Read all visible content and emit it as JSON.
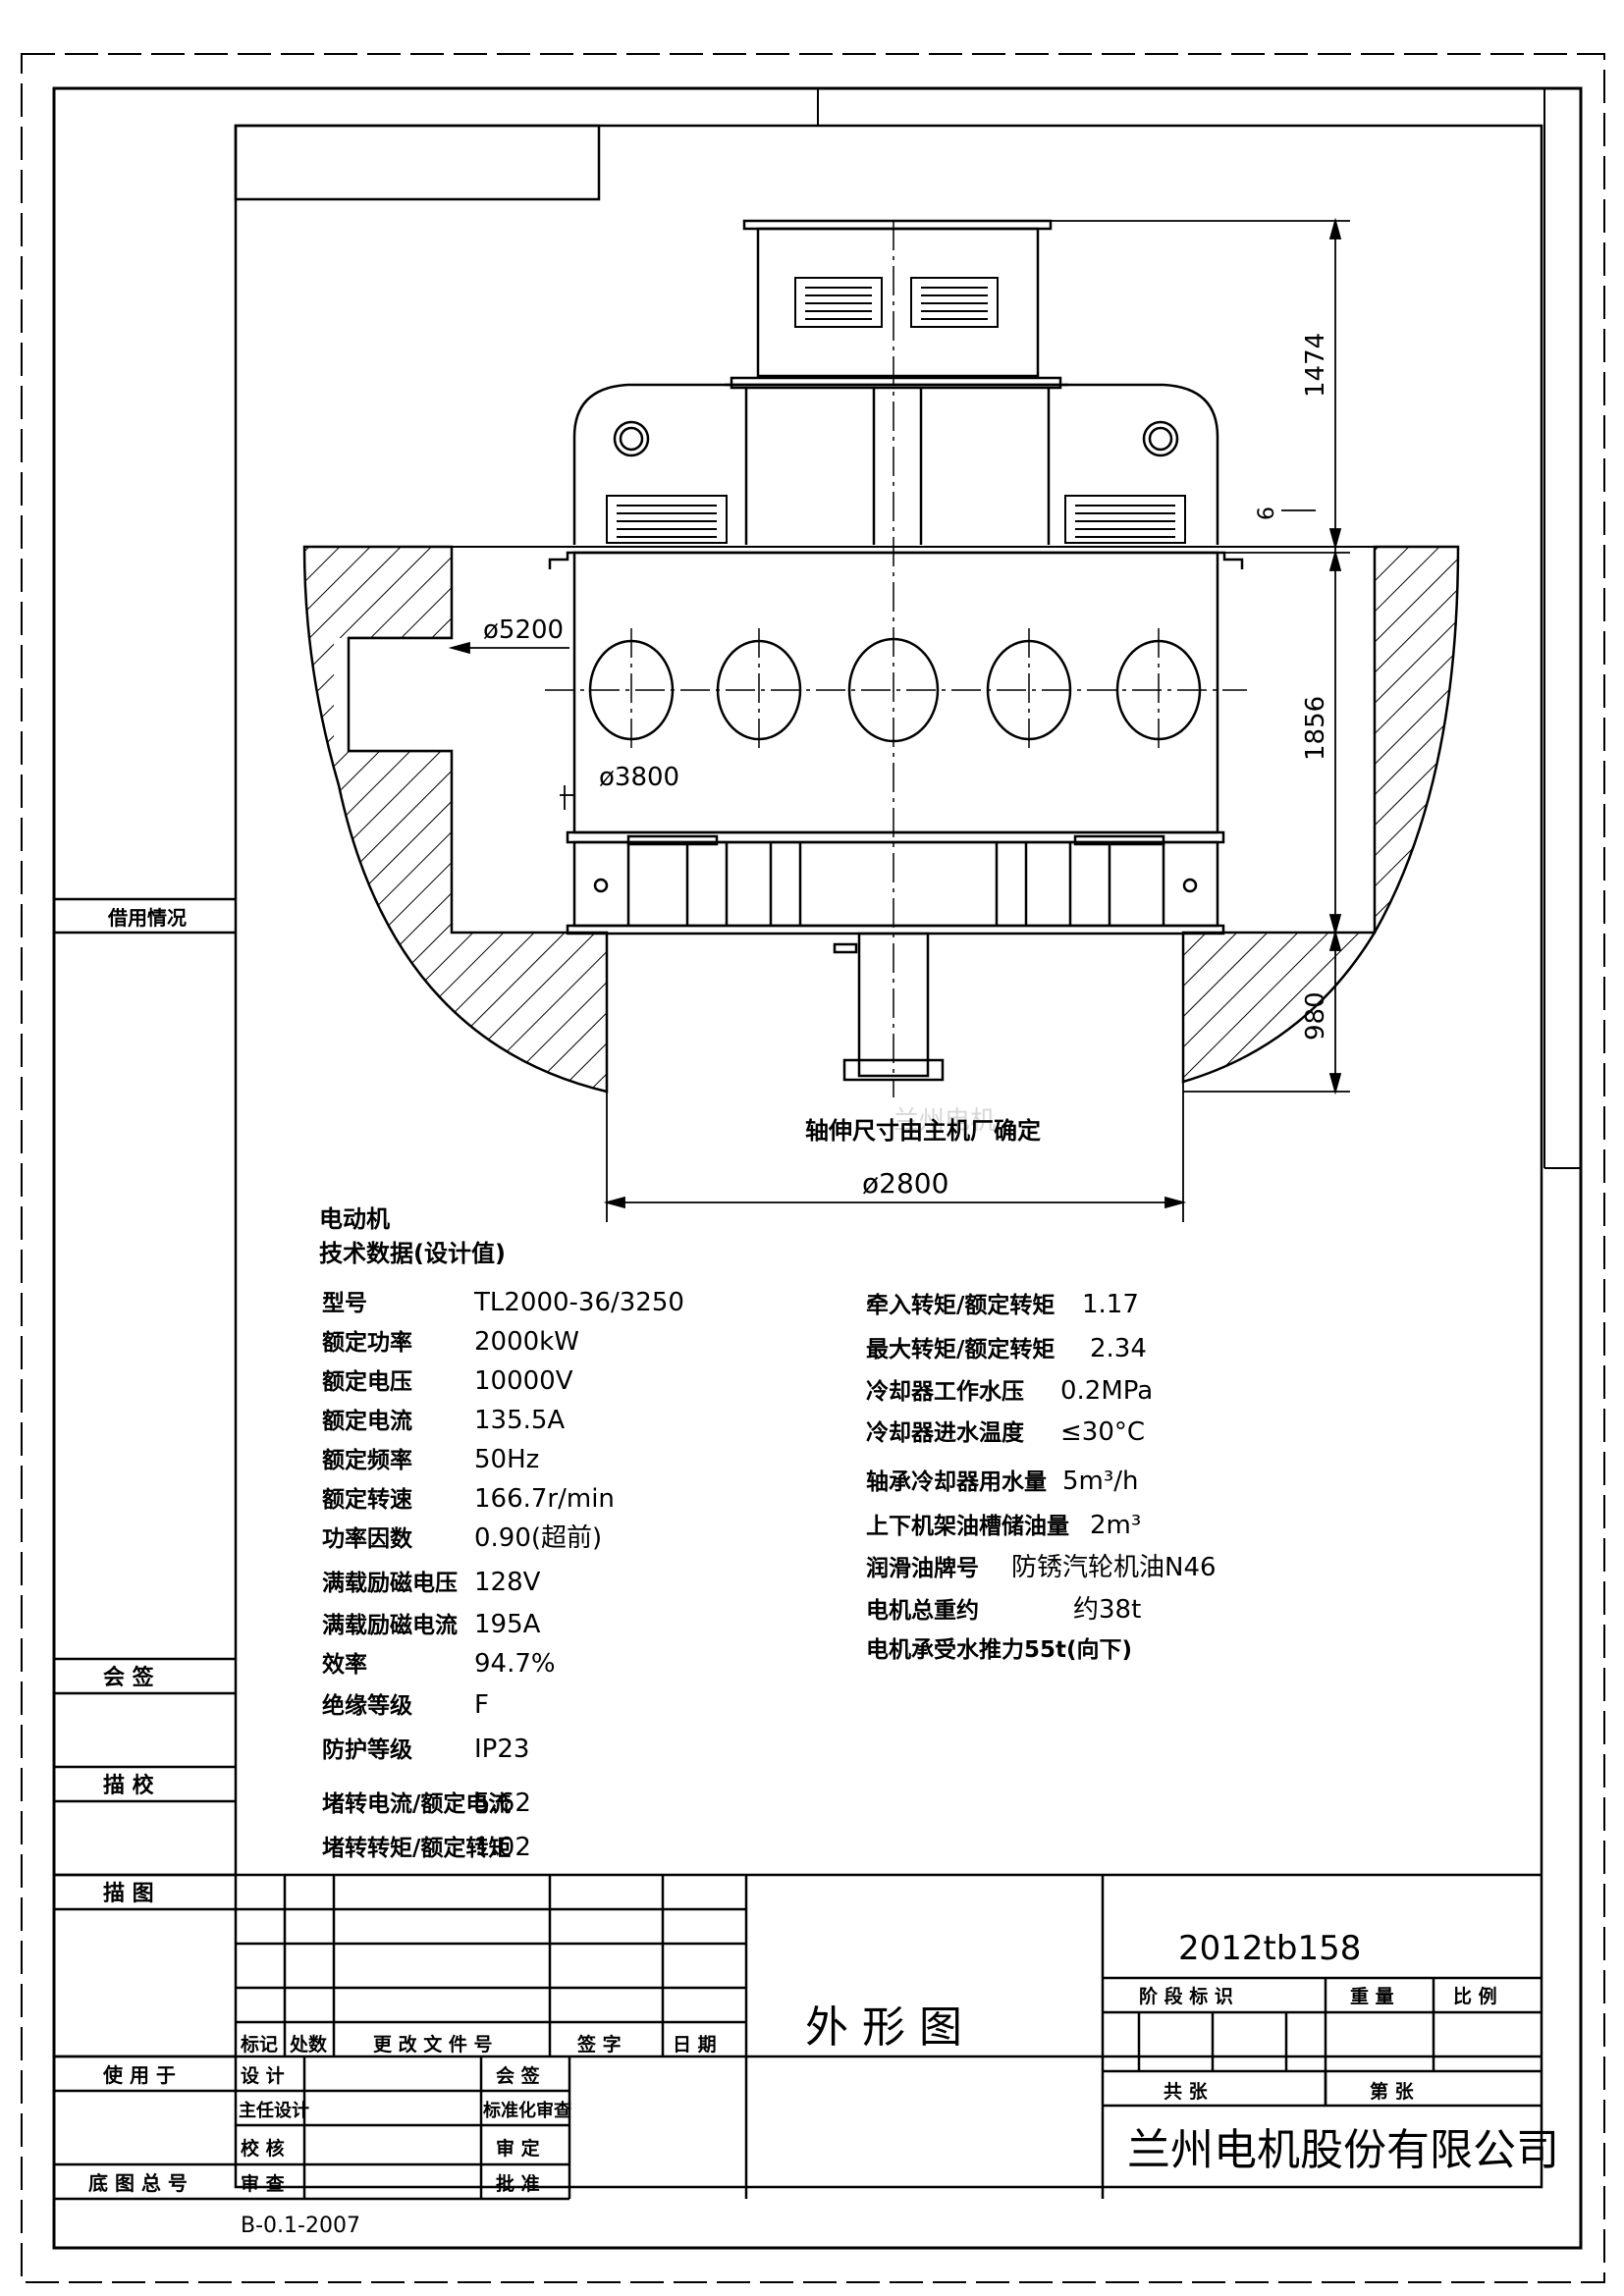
{
  "drawing": {
    "number": "2012tb158",
    "title": "外  形  图",
    "company": "兰州电机股份有限公司",
    "standard": "B-0.1-2007",
    "watermark": "兰州电机"
  },
  "dimensions": {
    "height_top": "1474",
    "gap": "6",
    "height_mid": "1856",
    "height_bottom": "980",
    "dia_outer": "ø5200",
    "dia_stator": "ø3800",
    "dia_base": "ø2800",
    "shaft_note": "轴伸尺寸由主机厂确定"
  },
  "spec_header": {
    "line1": "电动机",
    "line2": "技术数据(设计值)"
  },
  "specs_left": [
    {
      "label": "型号",
      "value": "TL2000-36/3250"
    },
    {
      "label": "额定功率",
      "value": "2000kW"
    },
    {
      "label": "额定电压",
      "value": "10000V"
    },
    {
      "label": "额定电流",
      "value": "135.5A"
    },
    {
      "label": "额定频率",
      "value": "50Hz"
    },
    {
      "label": "额定转速",
      "value": "166.7r/min"
    },
    {
      "label": "功率因数",
      "value": "0.90(超前)"
    },
    {
      "label": "满载励磁电压",
      "value": "128V"
    },
    {
      "label": "满载励磁电流",
      "value": "195A"
    },
    {
      "label": "效率",
      "value": "94.7%"
    },
    {
      "label": "绝缘等级",
      "value": "F"
    },
    {
      "label": "防护等级",
      "value": "IP23"
    },
    {
      "label": "堵转电流/额定电流",
      "value": "5.62"
    },
    {
      "label": "堵转转矩/额定转矩",
      "value": "1.02"
    }
  ],
  "specs_right": [
    {
      "label": "牵入转矩/额定转矩",
      "value": "1.17"
    },
    {
      "label": "最大转矩/额定转矩",
      "value": "2.34"
    },
    {
      "label": "冷却器工作水压",
      "value": "0.2MPa"
    },
    {
      "label": "冷却器进水温度",
      "value": "≤30°C"
    },
    {
      "label": "轴承冷却器用水量",
      "value": "5m³/h"
    },
    {
      "label": "上下机架油槽储油量",
      "value": "2m³"
    },
    {
      "label": "润滑油牌号",
      "value": "防锈汽轮机油N46"
    },
    {
      "label": "电机总重约",
      "value": "约38t"
    },
    {
      "label": "电机承受水推力55t(向下)",
      "value": ""
    }
  ],
  "side_column": {
    "borrow": "借用情况",
    "countersign": "会  签",
    "trace_check": "描  校",
    "trace": "描  图",
    "used_in": "使 用 于",
    "base_no": "底 图 总 号"
  },
  "title_block": {
    "mark": "标记",
    "count": "处数",
    "change_doc": "更 改 文 件 号",
    "signature": "签  字",
    "date": "日 期",
    "design": "设  计",
    "chief_design": "主任设计",
    "check": "校  核",
    "review": "审  查",
    "countersign": "会  签",
    "std_review": "标准化审查",
    "examine": "审  定",
    "approve": "批  准",
    "stage_mark": "阶 段 标 识",
    "weight": "重  量",
    "scale": "比  例",
    "total_sheets": "共      张",
    "sheet_no": "第      张"
  },
  "colors": {
    "line": "#000000",
    "watermark": "#d8d8d8"
  }
}
